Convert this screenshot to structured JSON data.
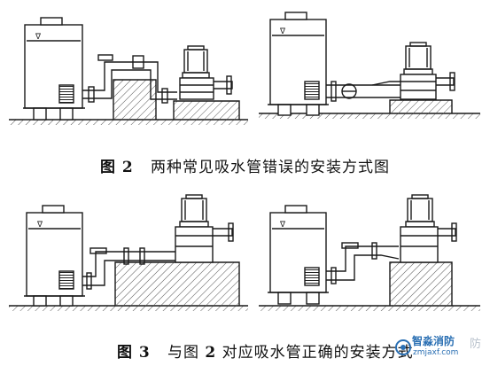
{
  "figure2": {
    "number": "图 2",
    "title": "两种常见吸水管错误的安装方式图"
  },
  "figure3": {
    "number": "图 3",
    "title_a": "与图",
    "ref": "2",
    "title_b": "对应吸水管正确的安装方式"
  },
  "tank_level_mark": "∇",
  "watermark": {
    "brand": "智淼消防",
    "url": "zmjaxf.com",
    "ghost": "防"
  },
  "colors": {
    "line": "#1a1a1a",
    "hatch": "#444444",
    "watermark": "#2a6fb3"
  }
}
